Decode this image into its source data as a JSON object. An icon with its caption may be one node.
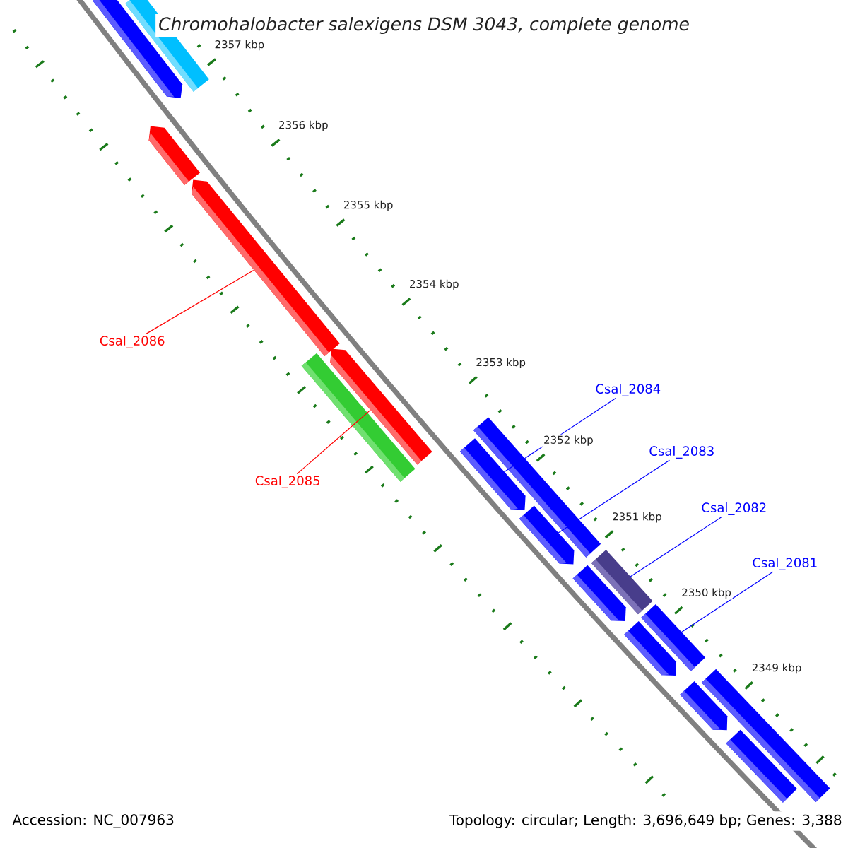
{
  "diagram": {
    "title": "Chromohalobacter salexigens DSM 3043, complete genome",
    "nodes": [
      {
        "text": [
          "Csal_2086"
        ]
      },
      {
        "text": [
          "Csal_2085"
        ]
      },
      {
        "text": [
          "Csal_2084"
        ]
      },
      {
        "text": [
          "Csal_2083"
        ]
      },
      {
        "text": [
          "Csal_2082"
        ]
      },
      {
        "text": [
          "Csal_2081"
        ]
      },
      {
        "text": [],
        "shape": "bar"
      },
      {
        "text": [],
        "shape": "bar"
      },
      {
        "text": [],
        "shape": "bar"
      },
      {
        "text": [],
        "shape": "bar"
      },
      {
        "text": [],
        "shape": "bar"
      },
      {
        "text": [],
        "shape": "bar"
      },
      {
        "text": [],
        "shape": "bar"
      },
      {
        "text": [],
        "shape": "bar"
      },
      {
        "text": [],
        "shape": "bar"
      },
      {
        "text": [],
        "shape": "bar"
      },
      {
        "text": [],
        "shape": "bar"
      },
      {
        "text": [],
        "shape": "bar"
      },
      {
        "text": [],
        "shape": "bar"
      },
      {
        "text": [],
        "shape": "bar"
      },
      {
        "text": [],
        "shape": "bar"
      },
      {
        "text": [],
        "shape": "bar"
      }
    ],
    "edges": [
      {
        "from": 0,
        "to": 9,
        "arrow": "none",
        "color": "#ff0000"
      },
      {
        "from": 1,
        "to": 11,
        "arrow": "none",
        "color": "#ff0000"
      },
      {
        "from": 2,
        "to": 12,
        "arrow": "none",
        "color": "#0000ff"
      },
      {
        "from": 3,
        "to": 14,
        "arrow": "none",
        "color": "#0000ff"
      },
      {
        "from": 4,
        "to": 15,
        "arrow": "none",
        "color": "#0000ff"
      },
      {
        "from": 5,
        "to": 17,
        "arrow": "none",
        "color": "#0000ff"
      }
    ],
    "labels": [
      "2357 kbp",
      "2356 kbp",
      "2355 kbp",
      "2354 kbp",
      "2353 kbp",
      "2352 kbp",
      "2351 kbp",
      "2350 kbp",
      "2349 kbp",
      "Accession: NC_007963",
      "Topology: circular; Length: 3,696,649 bp; Genes: 3,388"
    ]
  }
}
